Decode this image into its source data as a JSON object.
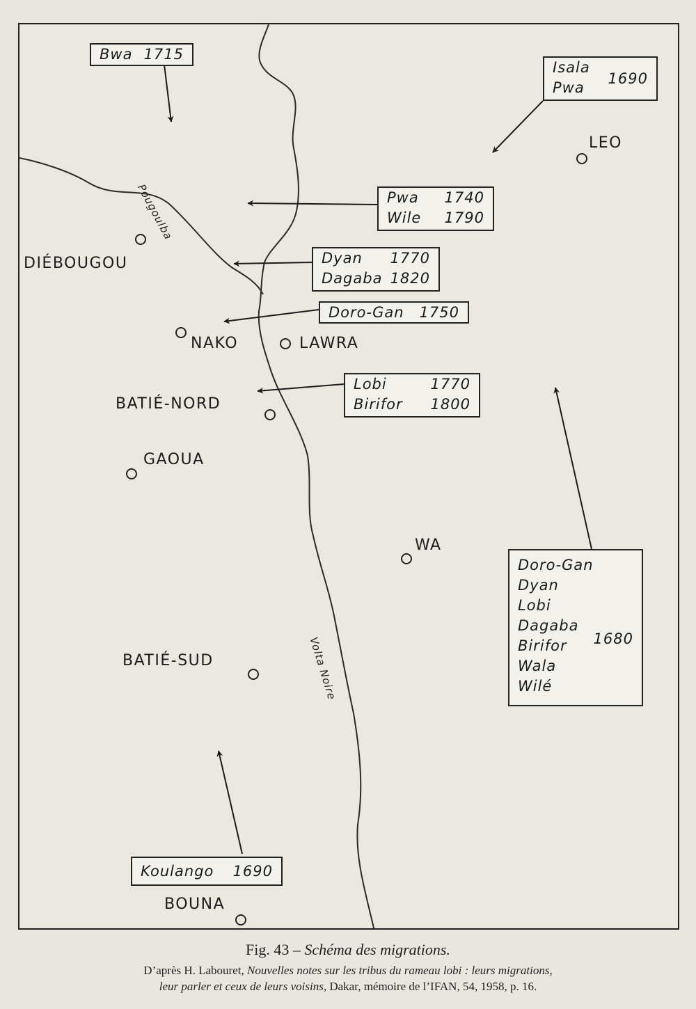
{
  "rivers": [
    {
      "name": "Pougoulba"
    },
    {
      "name": "Volta Noire"
    }
  ],
  "towns": [
    {
      "name": "LEO"
    },
    {
      "name": "DIÉBOUGOU"
    },
    {
      "name": "NAKO"
    },
    {
      "name": "LAWRA"
    },
    {
      "name": "BATIÉ-NORD"
    },
    {
      "name": "GAOUA"
    },
    {
      "name": "WA"
    },
    {
      "name": "BATIÉ-SUD"
    },
    {
      "name": "BOUNA"
    }
  ],
  "migrations": [
    {
      "groups": [
        "Bwa"
      ],
      "dates": [
        "1715"
      ],
      "direction": "south"
    },
    {
      "groups": [
        "Isala",
        "Pwa"
      ],
      "dates": [
        "1690"
      ],
      "direction": "southwest"
    },
    {
      "groups": [
        "Pwa",
        "Wile"
      ],
      "dates": [
        "1740",
        "1790"
      ],
      "direction": "west"
    },
    {
      "groups": [
        "Dyan",
        "Dagaba"
      ],
      "dates": [
        "1770",
        "1820"
      ],
      "direction": "west"
    },
    {
      "groups": [
        "Doro-Gan"
      ],
      "dates": [
        "1750"
      ],
      "direction": "west"
    },
    {
      "groups": [
        "Lobi",
        "Birifor"
      ],
      "dates": [
        "1770",
        "1800"
      ],
      "direction": "west"
    },
    {
      "groups": [
        "Doro-Gan",
        "Dyan",
        "Lobi",
        "Dagaba",
        "Birifor",
        "Wala",
        "Wilé"
      ],
      "dates": [
        "1680"
      ],
      "direction": "north"
    },
    {
      "groups": [
        "Koulango"
      ],
      "dates": [
        "1690"
      ],
      "direction": "north"
    }
  ],
  "caption": {
    "fig_label": "Fig. 43 – ",
    "fig_title": "Schéma des migrations.",
    "source_prefix": "D’après H. Labouret, ",
    "source_title_line1": "Nouvelles notes sur les tribus du rameau lobi : leurs migrations,",
    "source_title_line2": "leur parler et ceux de leurs voisins",
    "source_suffix": ", Dakar, mémoire de l’IFAN, 54, 1958, p. 16."
  }
}
